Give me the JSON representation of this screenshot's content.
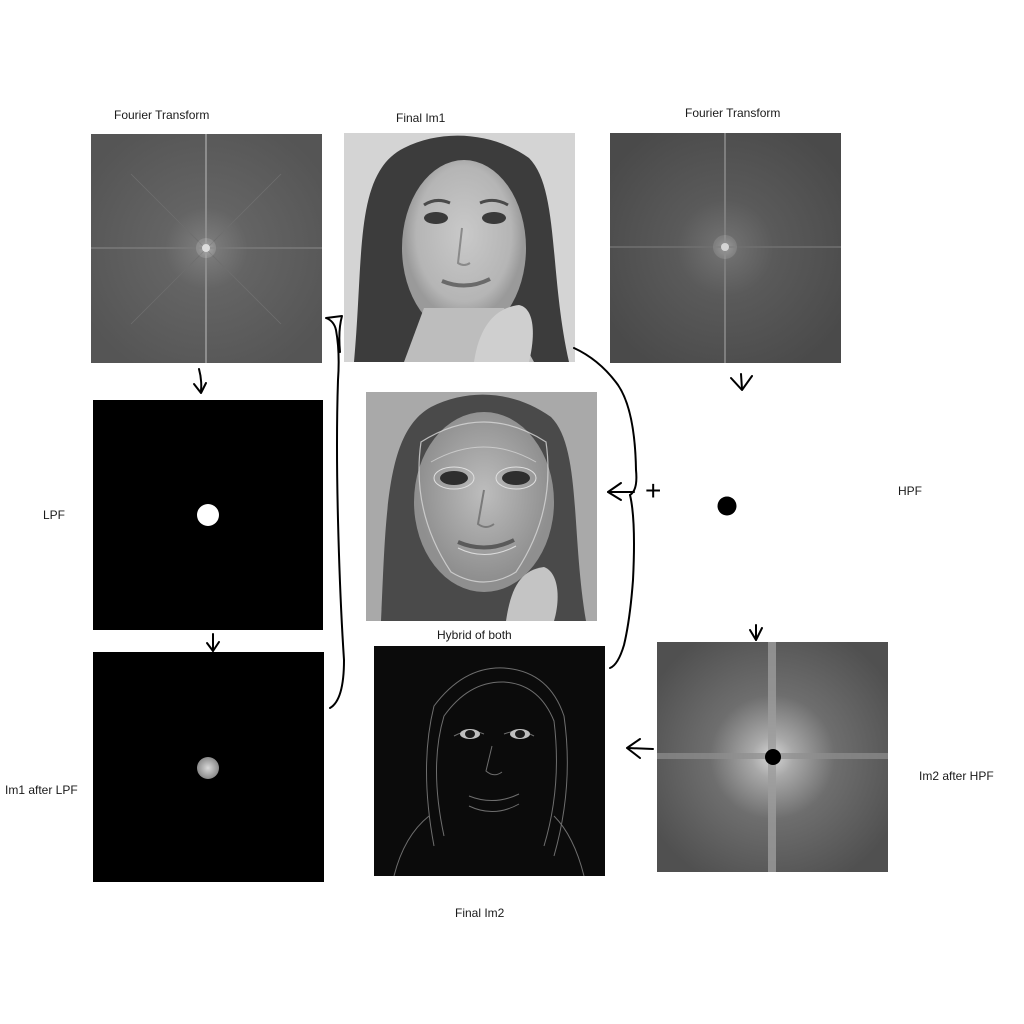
{
  "labels": {
    "ft1": "Fourier Transform",
    "final_im1": "Final Im1",
    "ft2": "Fourier Transform",
    "lpf": "LPF",
    "hpf": "HPF",
    "hybrid": "Hybrid of both",
    "im1_after_lpf": "Im1 after LPF",
    "im2_after_hpf": "Im2 after HPF",
    "final_im2": "Final Im2",
    "plus": "+"
  },
  "colors": {
    "spectrum_bg": "#5a5a5a",
    "mask_bg": "#000000",
    "mask_dot": "#ffffff",
    "arrow": "#000000"
  }
}
